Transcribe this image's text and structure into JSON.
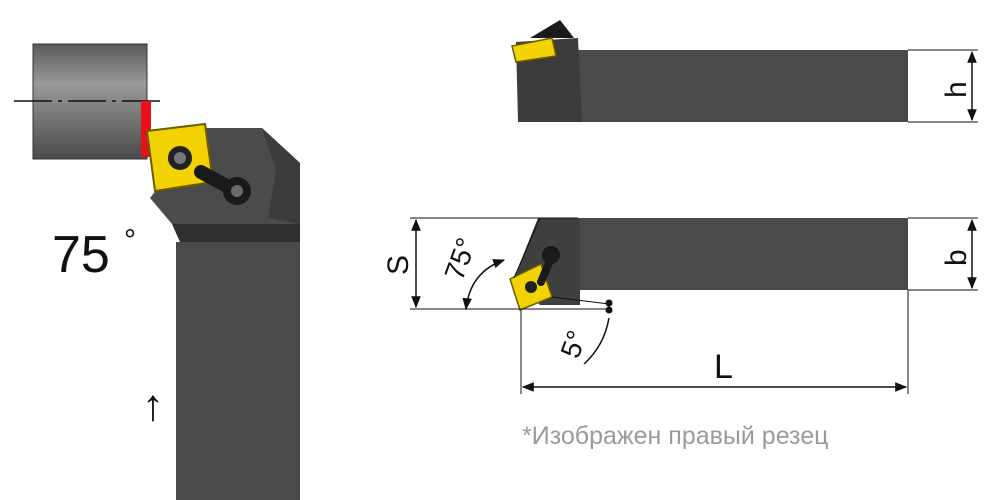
{
  "angle_label": "75",
  "degree_symbol": "°",
  "feed_arrow": "↑",
  "dims": {
    "h": "h",
    "b": "b",
    "s": "S",
    "l": "L",
    "approach_angle": "75°",
    "clearance_angle": "5°"
  },
  "note": "*Изображен правый резец",
  "colors": {
    "workpiece": "#6b6b6b",
    "holder": "#4a4a4a",
    "insert": "#f2d200",
    "cut_zone": "#e8101a",
    "lines": "#111111"
  }
}
